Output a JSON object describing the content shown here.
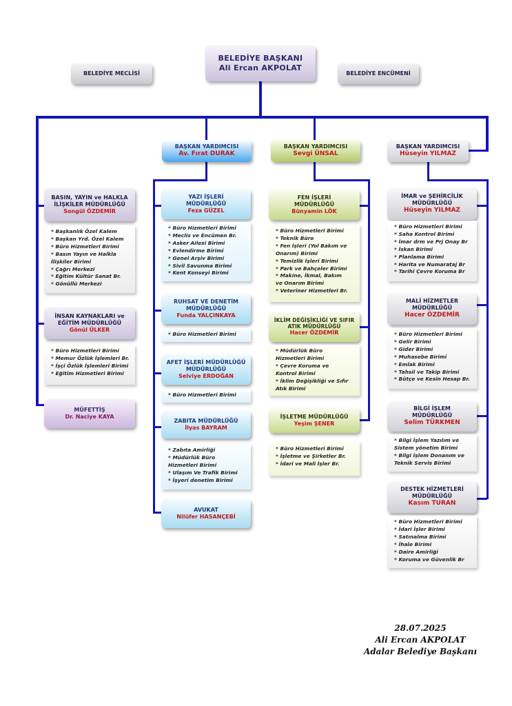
{
  "mayor": {
    "title": "BELEDİYE BAŞKANI",
    "name": "Ali Ercan AKPOLAT"
  },
  "council": "BELEDİYE MECLİSİ",
  "committee": "BELEDİYE ENCÜMENİ",
  "deputies": [
    {
      "title": "BAŞKAN YARDIMCISI",
      "name": "Av. Fırat DURAK"
    },
    {
      "title": "BAŞKAN YARDIMCISI",
      "name": "Sevgi ÜNSAL"
    },
    {
      "title": "BAŞKAN YARDIMCISI",
      "name": "Hüseyin YILMAZ"
    }
  ],
  "left": {
    "basin": {
      "title": "BASIN, YAYIN ve HALKLA\nİLİŞKİLER MÜDÜRLÜĞÜ",
      "name": "Songül ÖZDEMİR",
      "units": [
        "* Başkanlık Özel Kalem",
        "* Başkan Yrd. Özel Kalem",
        "* Büro Hizmetleri Birimi",
        "* Basın Yayın ve Halkla\n  İlişkiler Birimi",
        "* Çağrı Merkezi",
        "* Eğitim Kültür Sanat Br.",
        "* Gönüllü Merkezi"
      ]
    },
    "insan": {
      "title": "İNSAN KAYNAKLARI ve\nEĞİTİM MÜDÜRLÜĞÜ",
      "name": "Gönül ÜLKER",
      "units": [
        "* Büro Hizmetleri Birimi",
        "* Memur Özlük İşlemleri Br.",
        "* İşçi Özlük İşlemleri Birimi",
        "* Eğitim Hizmetleri Birimi"
      ]
    },
    "mufettis": {
      "title": "MÜFETTİŞ",
      "name": "Dr. Naciye KAYA"
    }
  },
  "col1": {
    "yazi": {
      "title": "YAZI İŞLERİ\nMÜDÜRLÜĞÜ",
      "name": "Feza GÜZEL",
      "units": [
        "* Büro Hizmetleri Birimi",
        "* Meclis ve Encümen Br.",
        "* Asker Ailesi Birimi",
        "* Evlendirme Birimi",
        "* Genel Arşiv Birimi",
        "* Sivil Savunma Birimi",
        "* Kent Konseyi Birimi"
      ]
    },
    "ruhsat": {
      "title": "RUHSAT VE DENETİM\nMÜDÜRLÜĞÜ",
      "name": "Funda YALÇINKAYA",
      "units": [
        "* Büro Hizmetleri Birimi"
      ]
    },
    "afet": {
      "title": "AFET İŞLERİ MÜDÜRLÜĞÜ\nMÜDÜRLÜĞÜ",
      "name": "Selviye ERDOĞAN",
      "units": [
        "* Büro Hizmetleri Birimi"
      ]
    },
    "zabita": {
      "title": "ZABITA MÜDÜRLÜĞÜ",
      "name": "İlyas BAYRAM",
      "units": [
        "* Zabıta Amirliği",
        "* Müdürlük Büro\n  Hizmetleri Birimi",
        "* Ulaşım Ve Trafik Birimi",
        "* İşyeri denetim Birimi"
      ]
    },
    "avukat": {
      "title": "AVUKAT",
      "name": "Nilüfer HASANÇEBİ"
    }
  },
  "col2": {
    "fen": {
      "title": "FEN İŞLERİ\nMÜDÜRLÜĞÜ",
      "name": "Bünyamin LÖK",
      "units": [
        "* Büro Hizmetleri Birimi",
        "* Teknik Büro",
        "* Fen İşleri (Yol Bakım ve\n  Onarım) Birimi",
        "* Temizlik İşleri Birimi",
        "* Park ve Bahçeler Birimi",
        "* Makine, İkmal, Bakım\n  ve Onarım Birimi",
        "* Veteriner Hizmetleri Br."
      ]
    },
    "iklim": {
      "title": "İKLİM DEĞİŞİKLİĞİ VE SIFIR\nATIK MÜDÜRLÜĞÜ",
      "name": "Hacer ÖZDEMİR",
      "units": [
        "* Müdürlük Büro\n  Hizmetleri Birimi",
        "* Çevre Koruma ve\n  Kontrol Birimi",
        "* İklim Değişikliği ve Sıfır\n  Atık Birimi"
      ]
    },
    "isletme": {
      "title": "İŞLETME MÜDÜRLÜĞÜ",
      "name": "Yeşim ŞENER",
      "units": [
        "* Büro Hizmetleri Birimi",
        "* İşletme ve Şirketler Br.",
        "* İdari ve Mali İşler Br."
      ]
    }
  },
  "col3": {
    "imar": {
      "title": "İMAR ve ŞEHİRCİLİK\nMÜDÜRLÜĞÜ",
      "name": "Hüseyin YILMAZ",
      "units": [
        "* Büro Hizmetleri Birimi",
        "* Saha Kontrol Birimi",
        "* İmar drm ve Prj Onay Br",
        "* İskan Birimi",
        "* Planlama Birimi",
        "* Harita ve Numarataj Br",
        "* Tarihi Çevre Koruma Br"
      ]
    },
    "mali": {
      "title": "MALİ HİZMETLER\nMÜDÜRLÜĞÜ",
      "name": "Hacer ÖZDEMİR",
      "units": [
        "* Büro Hizmetleri Birimi",
        "* Gelir Birimi",
        "* Gider Birimi",
        "* Muhasebe Birimi",
        "* Emlak Birimi",
        "* Tahsil ve Takip Birimi",
        "* Bütçe ve Kesin Hesap Br."
      ]
    },
    "bilgi": {
      "title": "BİLGİ İŞLEM\nMÜDÜRLÜĞÜ",
      "name": "Selim TÜRKMEN",
      "units": [
        "* Bilgi İşlem Yazılım ve\nSistem yönetim Birimi",
        "* Bilgi İşlem Donanım ve\nTeknik Servis Birimi"
      ]
    },
    "destek": {
      "title": "DESTEK HİZMETLERİ\nMÜDÜRLÜĞÜ",
      "name": "Kasım TURAN",
      "units": [
        "* Büro Hizmetleri Birimi",
        "* İdari İşler Birimi",
        "* Satınalma Birimi",
        "* İhale Birimi",
        "* Daire Amirliği",
        "* Koruma ve Güvenlik Br"
      ]
    }
  },
  "signature": {
    "date": "28.07.2025",
    "name": "Ali Ercan AKPOLAT",
    "role": "Adalar Belediye Başkanı"
  },
  "colors": {
    "line": "#1515b8",
    "name_red": "#c01818"
  }
}
